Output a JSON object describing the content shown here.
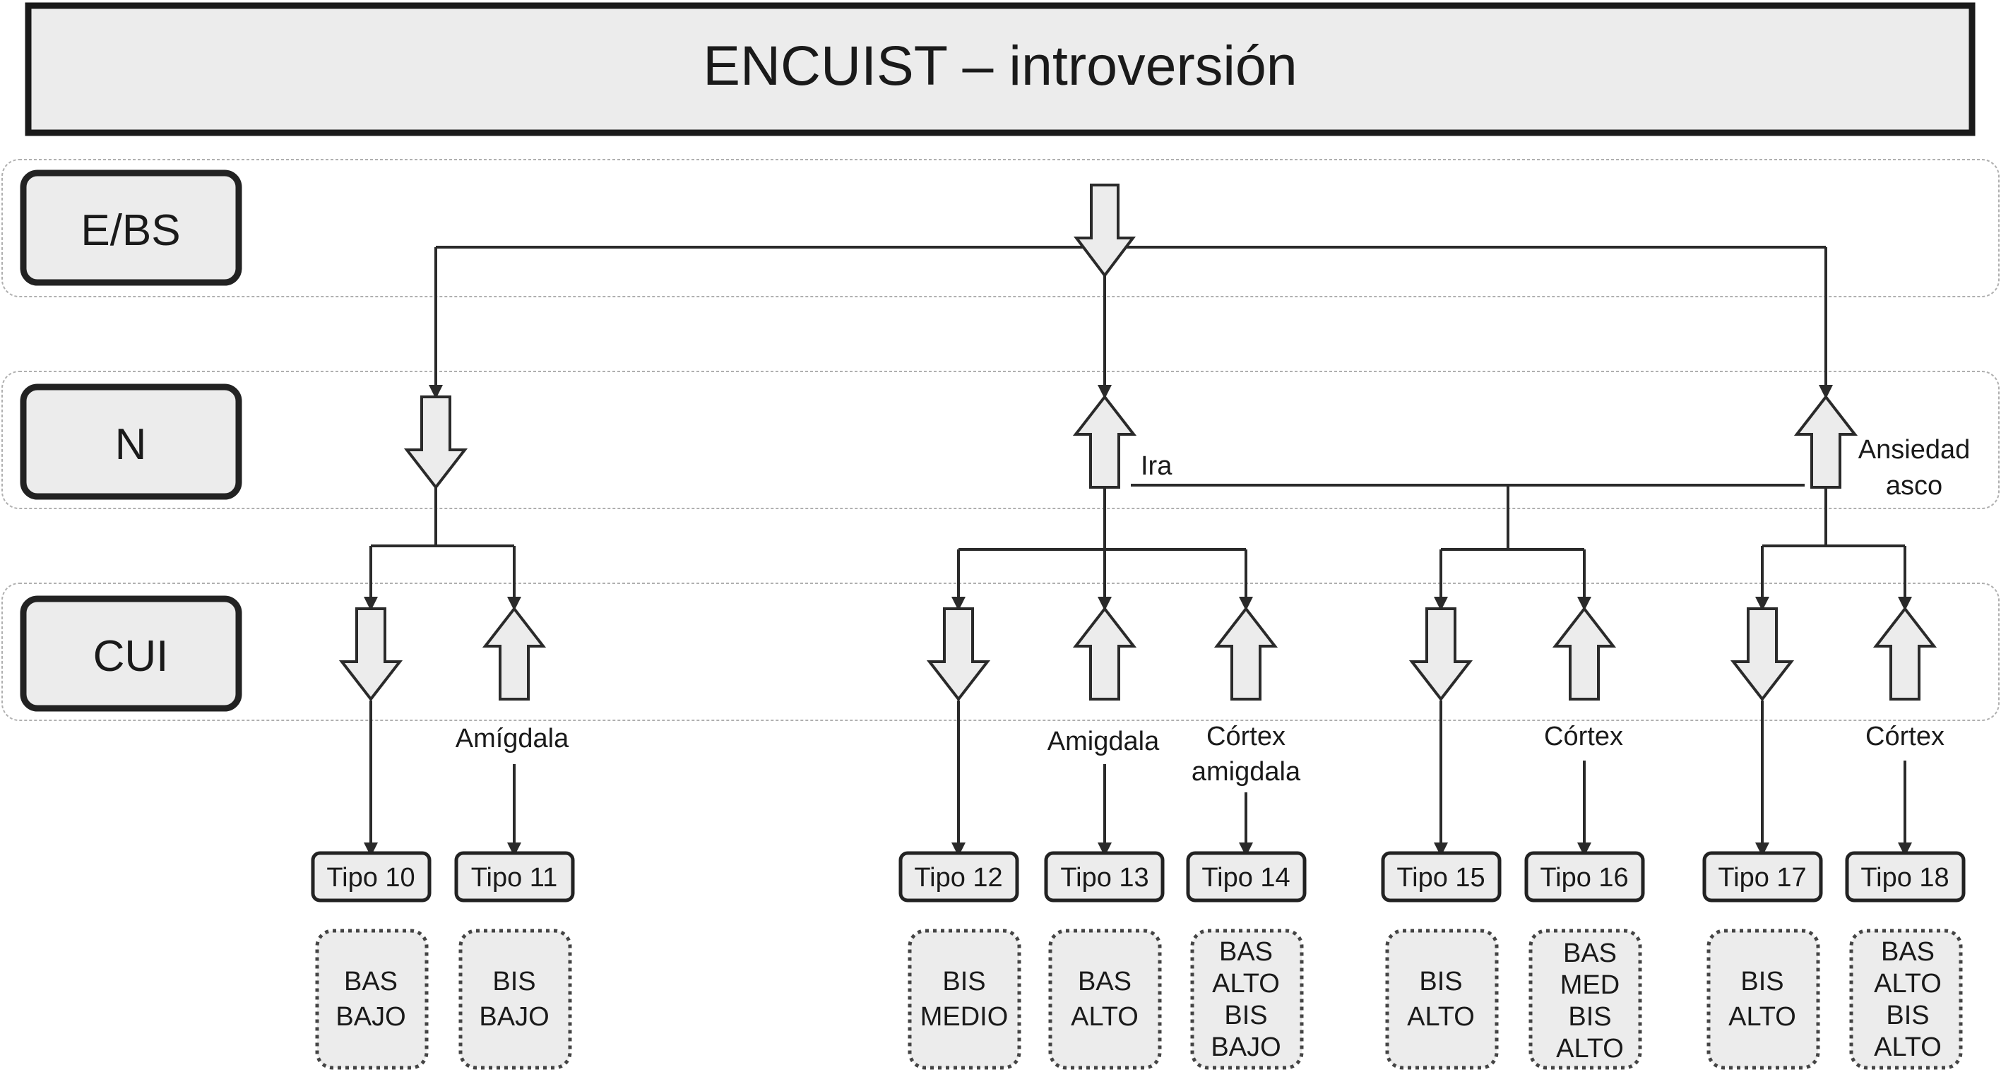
{
  "title": "ENCUIST – introversión",
  "rows": {
    "ebs": "E/BS",
    "n": "N",
    "cui": "CUI"
  },
  "labels": {
    "ira": "Ira",
    "ansiedad": [
      "Ansiedad",
      "asco"
    ],
    "amigdala_1": "Amígdala",
    "amigdala_2": "Amigdala",
    "cortex_amigdala": [
      "Córtex",
      "amigdala"
    ],
    "cortex_1": "Córtex",
    "cortex_2": "Córtex"
  },
  "arrows": {
    "ebs": "down",
    "n": [
      "down",
      "up",
      "up"
    ],
    "cui": [
      "down",
      "up",
      "down",
      "up",
      "up",
      "down",
      "up",
      "down",
      "up"
    ]
  },
  "types": [
    {
      "name": "Tipo 10",
      "system": [
        "BAS",
        "BAJO"
      ]
    },
    {
      "name": "Tipo 11",
      "system": [
        "BIS",
        "BAJO"
      ]
    },
    {
      "name": "Tipo 12",
      "system": [
        "BIS",
        "MEDIO"
      ]
    },
    {
      "name": "Tipo 13",
      "system": [
        "BAS",
        "ALTO"
      ]
    },
    {
      "name": "Tipo 14",
      "system": [
        "BAS",
        "ALTO",
        "BIS",
        "BAJO"
      ]
    },
    {
      "name": "Tipo 15",
      "system": [
        "BIS",
        "ALTO"
      ]
    },
    {
      "name": "Tipo 16",
      "system": [
        "BAS",
        "MED",
        "BIS",
        "ALTO"
      ]
    },
    {
      "name": "Tipo 17",
      "system": [
        "BIS",
        "ALTO"
      ]
    },
    {
      "name": "Tipo 18",
      "system": [
        "BAS",
        "ALTO",
        "BIS",
        "ALTO"
      ]
    }
  ]
}
